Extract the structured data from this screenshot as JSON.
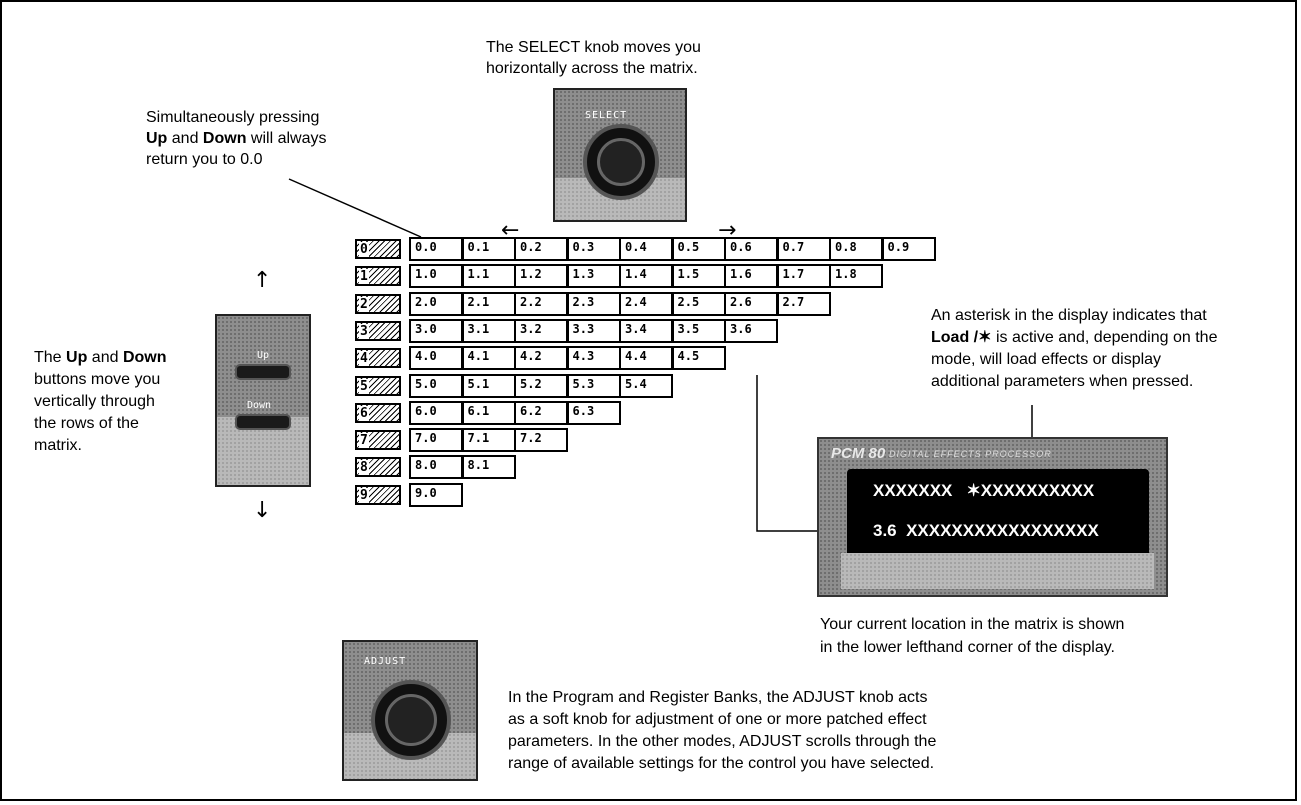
{
  "select_caption": {
    "line1": "The SELECT knob moves you",
    "line2": "horizontally across the matrix."
  },
  "reset_caption": {
    "line1": "Simultaneously pressing",
    "up": "Up",
    "and1": " and ",
    "down": "Down",
    "will_always": " will always",
    "line3": "return you to 0.0"
  },
  "updown_caption": {
    "the": "The ",
    "up": "Up",
    "and": " and ",
    "down": "Down",
    "line2": "buttons move you",
    "line3": "vertically through",
    "line4": "the rows of the",
    "line5": "matrix."
  },
  "asterisk_caption": {
    "line1": "An asterisk in the display indicates that",
    "load": "Load /✶",
    "line2_rest": " is active and, depending on the",
    "line3": "mode, will load effects or display",
    "line4": "additional parameters when pressed."
  },
  "location_caption": {
    "line1": "Your current location in the matrix is shown",
    "line2": "in the lower lefthand corner of the display."
  },
  "adjust_caption": {
    "line1": "In the Program and Register Banks, the ADJUST knob acts",
    "line2": "as a soft knob for adjustment of one or more patched effect",
    "line3": "parameters. In the other modes, ADJUST scrolls through the",
    "line4": "range of available settings for the control you have selected."
  },
  "knobs": {
    "select_label": "SELECT",
    "adjust_label": "ADJUST",
    "up_label": "Up",
    "down_label": "Down"
  },
  "arrows": {
    "left": "←",
    "right": "→",
    "up": "↑",
    "down": "↓"
  },
  "display": {
    "brand": "PCM 80",
    "tagline": "DIGITAL EFFECTS PROCESSOR",
    "line1": "XXXXXXX   ✶XXXXXXXXXX",
    "line2": "3.6  XXXXXXXXXXXXXXXXX"
  },
  "matrix": {
    "row_headers": [
      "0",
      "1",
      "2",
      "3",
      "4",
      "5",
      "6",
      "7",
      "8",
      "9"
    ],
    "rows": [
      [
        "0.0",
        "0.1",
        "0.2",
        "0.3",
        "0.4",
        "0.5",
        "0.6",
        "0.7",
        "0.8",
        "0.9"
      ],
      [
        "1.0",
        "1.1",
        "1.2",
        "1.3",
        "1.4",
        "1.5",
        "1.6",
        "1.7",
        "1.8"
      ],
      [
        "2.0",
        "2.1",
        "2.2",
        "2.3",
        "2.4",
        "2.5",
        "2.6",
        "2.7"
      ],
      [
        "3.0",
        "3.1",
        "3.2",
        "3.3",
        "3.4",
        "3.5",
        "3.6"
      ],
      [
        "4.0",
        "4.1",
        "4.2",
        "4.3",
        "4.4",
        "4.5"
      ],
      [
        "5.0",
        "5.1",
        "5.2",
        "5.3",
        "5.4"
      ],
      [
        "6.0",
        "6.1",
        "6.2",
        "6.3"
      ],
      [
        "7.0",
        "7.1",
        "7.2"
      ],
      [
        "8.0",
        "8.1"
      ],
      [
        "9.0"
      ]
    ]
  }
}
